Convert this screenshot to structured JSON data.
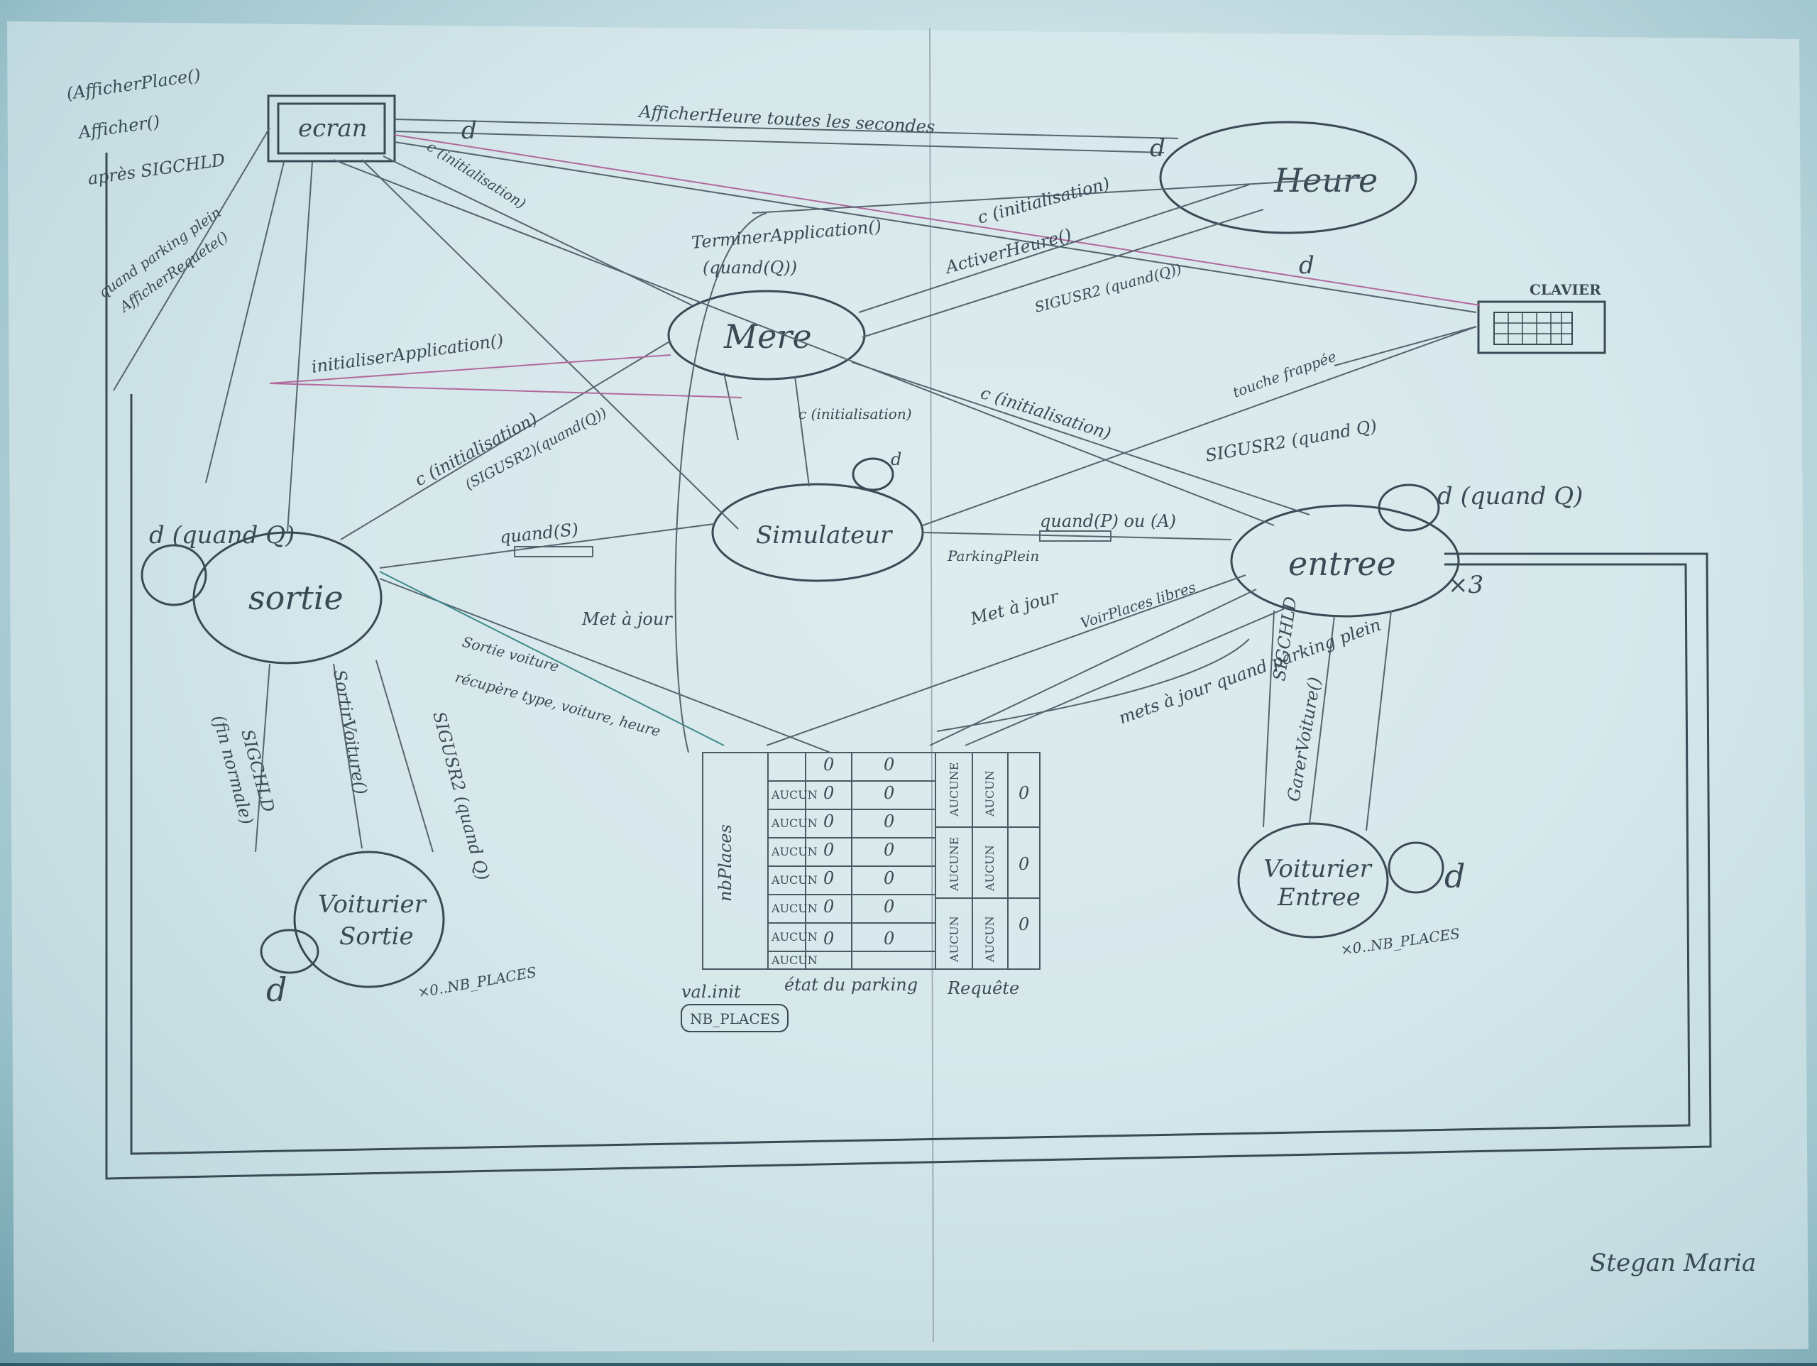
{
  "nodes": {
    "ecran": "ecran",
    "heure": "Heure",
    "clavier": "CLAVIER",
    "mere": "Mere",
    "simulateur": "Simulateur",
    "sortie": "sortie",
    "entree": "entree",
    "voiturier_sortie": "Voiturier\nSortie",
    "voiturier_entree": "Voiturier\nEntree"
  },
  "labels": {
    "afficher_place": "(AfficherPlace()",
    "afficher": "Afficher()",
    "apres_sigchld": "après SIGCHLD",
    "quand_parking_plein": "quand parking plein",
    "afficher_requete": "AfficherRequete()",
    "afficher_heure": "AfficherHeure toutes les secondes",
    "d_ecran_heure": "d",
    "d_heure": "d",
    "d_clavier": "d",
    "c_init_ecran": "c (initialisation)",
    "terminer_application": "TerminerApplication()",
    "quand_q": "(quand(Q))",
    "c_init_heure": "c (initialisation)",
    "activer_heure": "ActiverHeure()",
    "sigusr2_quand_q": "SIGUSR2 (quand(Q))",
    "initialiser_application": "initialiserApplication()",
    "c_init_sim": "c (initialisation)",
    "c_init_entree": "c (initialisation)",
    "touche_frappee": "touche frappée",
    "sigusr2_entree": "SIGUSR2 (quand Q)",
    "c_init_sortie": "c (initialisation)",
    "sigusr2_sortie": "(SIGUSR2)(quand(Q))",
    "d_sim": "d",
    "d_quand_q_sortie": "d (quand Q)",
    "d_quand_q_entree": "d (quand Q)",
    "x3": "×3",
    "quand_s": "quand(S)",
    "quand_p_ou_a": "quand(P) ou (A)",
    "parking_plein": "ParkingPlein",
    "voir_places": "VoirPlaces libres",
    "met_a_jour_entree": "Met à jour",
    "met_a_jour_sortie": "Met à jour",
    "mets_jour_quand_plein": "mets à jour quand parking plein",
    "sortie_voiture": "Sortie voiture",
    "recupere": "récupère type, voiture, heure",
    "sigchld": "SIGCHLD",
    "fin_normale": "(fin normale)",
    "sortir_voiture": "SortirVoiture()",
    "sigusr2_quand_q_v": "SIGUSR2 (quand Q)",
    "garer_voiture": "GarerVoiture()",
    "sigchld_2": "SIGCHLD",
    "d_voit_sortie": "d",
    "d_voit_entree": "d",
    "x_nb_places_1": "×0..NB_PLACES",
    "x_nb_places_2": "×0..NB_PLACES",
    "val_init": "val.init",
    "nb_places": "NB_PLACES",
    "etat_parking": "état du parking",
    "requete": "Requête",
    "signature": "Stegan Maria"
  },
  "table": {
    "aucun_left": [
      "AUCUN",
      "AUCUN",
      "AUCUN",
      "AUCUN",
      "AUCUN",
      "AUCUN",
      "AUCUN"
    ],
    "zeros_a": [
      "0",
      "0",
      "0",
      "0",
      "0",
      "0",
      "0"
    ],
    "zeros_b": [
      "0",
      "0",
      "0",
      "0",
      "0",
      "0",
      "0"
    ],
    "req_a": [
      "AUCUNE",
      "AUCUNE",
      "AUCUN"
    ],
    "req_b": [
      "AUCUN",
      "AUCUN",
      "AUCUN"
    ],
    "req_c": [
      "0",
      "0",
      "0"
    ],
    "np_label": "nbPlaces"
  }
}
